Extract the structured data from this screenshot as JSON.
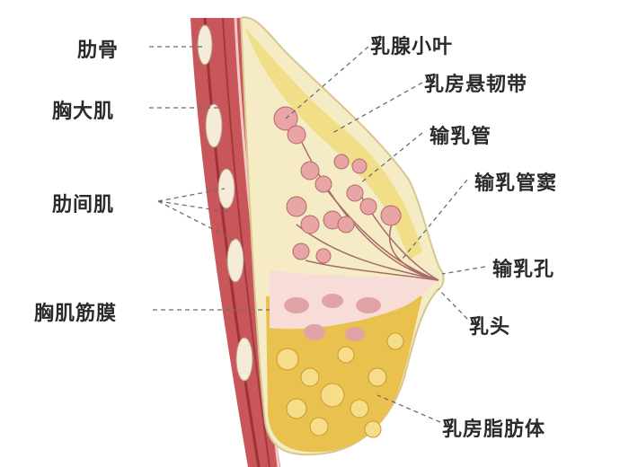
{
  "labels_left": {
    "rib": "肋骨",
    "pectoralis_major": "胸大肌",
    "intercostal": "肋间肌",
    "pectoral_fascia": "胸肌筋膜"
  },
  "labels_right": {
    "lobule": "乳腺小叶",
    "suspensory_ligament": "乳房悬韧带",
    "duct": "输乳管",
    "duct_sinus": "输乳管窦",
    "duct_pore": "输乳孔",
    "nipple": "乳头",
    "fat_body": "乳房脂肪体"
  },
  "colors": {
    "muscle": "#c9565a",
    "muscle_dark": "#9e3236",
    "fat": "#e9c14e",
    "fat_light": "#f3e49a",
    "gland": "#e2a3a6",
    "gland_bg": "#f7dcd8",
    "skin": "#f5ebc4",
    "leader": "#6d6d6d"
  }
}
